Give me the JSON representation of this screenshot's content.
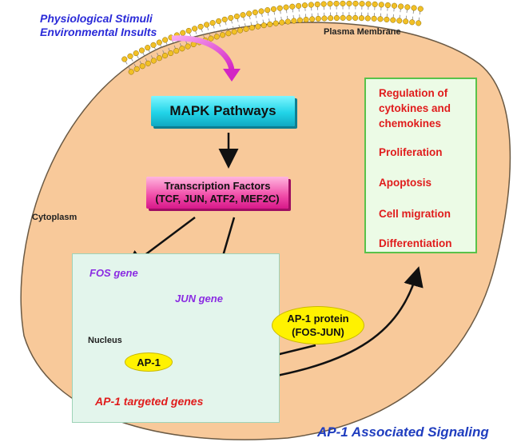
{
  "stimuli": {
    "line1": "Physiological Stimuli",
    "line2": "Environmental Insults"
  },
  "labels": {
    "plasma_membrane": "Plasma Membrane",
    "cytoplasm": "Cytoplasm",
    "nucleus": "Nucleus"
  },
  "mapk": {
    "label": "MAPK Pathways"
  },
  "transcription_factors": {
    "title": "Transcription Factors",
    "members": "(TCF, JUN, ATF2, MEF2C)"
  },
  "genes": {
    "fos": "FOS gene",
    "jun": "JUN gene"
  },
  "ap1_protein": {
    "line1": "AP-1 protein",
    "line2": "(FOS-JUN)"
  },
  "ap1_binding": {
    "badge": "AP-1",
    "targets": "AP-1 targeted genes"
  },
  "outcomes": [
    "Regulation of",
    "cytokines and",
    "chemokines",
    "Proliferation",
    "Apoptosis",
    "Cell migration",
    "Differentiation"
  ],
  "footer": {
    "title": "AP-1 Associated Signaling"
  },
  "colors": {
    "cell": "#f8c99a",
    "cell_border": "#6b5a44",
    "membrane_head": "#f2c026",
    "stimuli_arrow": "#e040d0",
    "outcome_text": "#e01c1c",
    "dna_fos_jun": "#6a5cff",
    "dna_target": "#e05050"
  }
}
